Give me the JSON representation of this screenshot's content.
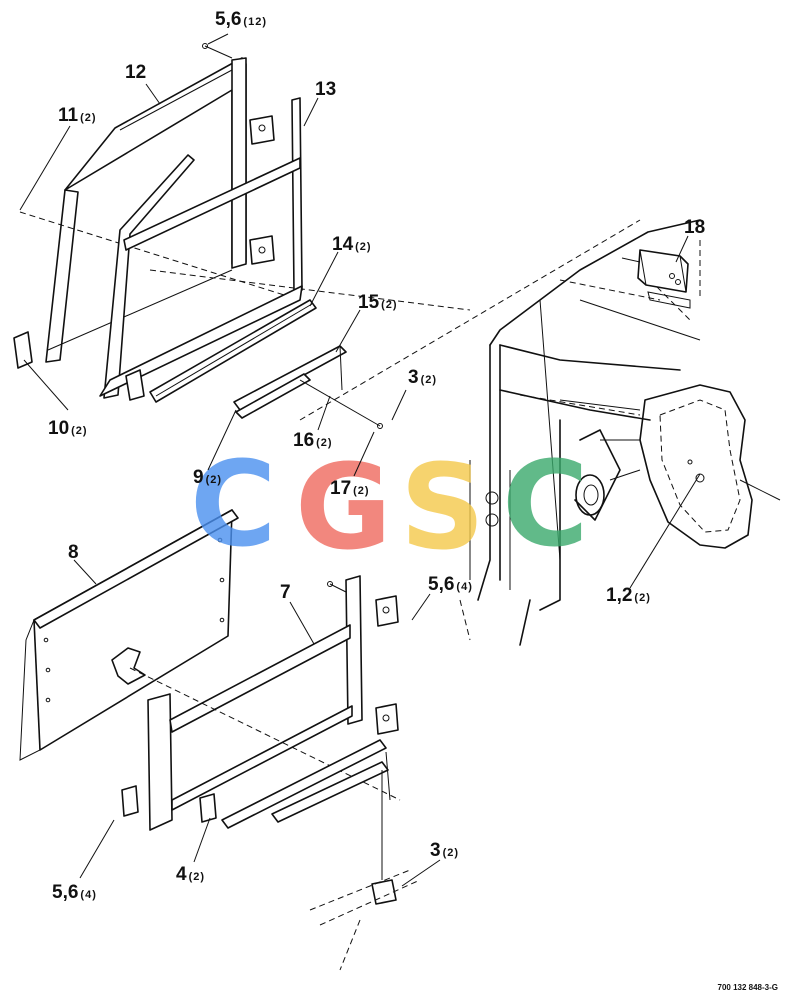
{
  "callouts": [
    {
      "num": "5,6",
      "qty": "(12)"
    },
    {
      "num": "12",
      "qty": ""
    },
    {
      "num": "13",
      "qty": ""
    },
    {
      "num": "11",
      "qty": "(2)"
    },
    {
      "num": "18",
      "qty": ""
    },
    {
      "num": "14",
      "qty": "(2)"
    },
    {
      "num": "15",
      "qty": "(2)"
    },
    {
      "num": "3",
      "qty": "(2)"
    },
    {
      "num": "10",
      "qty": "(2)"
    },
    {
      "num": "16",
      "qty": "(2)"
    },
    {
      "num": "9",
      "qty": "(2)"
    },
    {
      "num": "17",
      "qty": "(2)"
    },
    {
      "num": "8",
      "qty": ""
    },
    {
      "num": "5,6",
      "qty": "(4)"
    },
    {
      "num": "7",
      "qty": ""
    },
    {
      "num": "1,2",
      "qty": "(2)"
    },
    {
      "num": "3",
      "qty": "(2)"
    },
    {
      "num": "5,6",
      "qty": "(4)"
    },
    {
      "num": "4",
      "qty": "(2)"
    }
  ],
  "watermark": {
    "letters": [
      "C",
      "G",
      "S",
      "C"
    ],
    "colors": [
      "#4a90f0",
      "#f06a5e",
      "#f5c94a",
      "#3aaa6c"
    ]
  },
  "drawing_ref": "700 132 848-3-G"
}
